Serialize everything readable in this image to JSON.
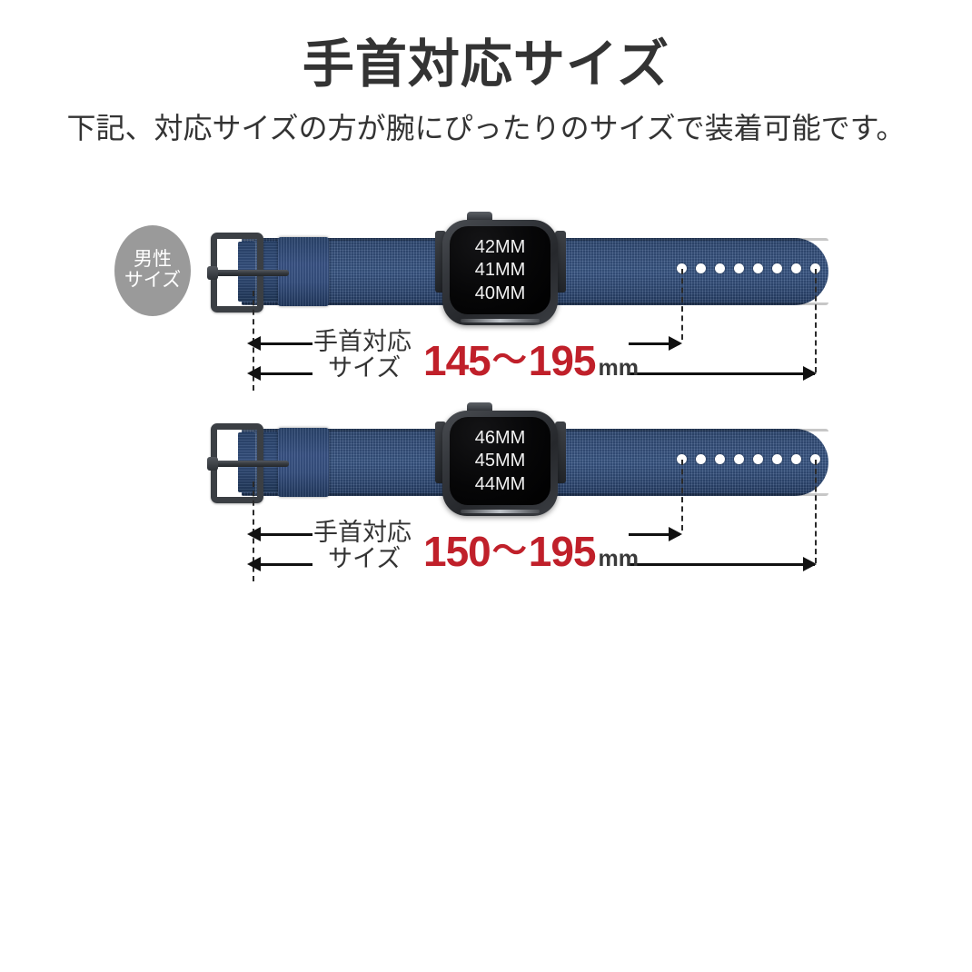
{
  "header": {
    "title": "手首対応サイズ",
    "subtitle": "下記、対応サイズの方が腕にぴったりのサイズで装着可能です。"
  },
  "badge": {
    "line1": "男性",
    "line2": "サイズ"
  },
  "colors": {
    "strap_navy": "#36527f",
    "buckle_gunmetal": "#3b3f44",
    "value_red": "#c0202a",
    "badge_gray": "#9a9a9a",
    "text_dark": "#333333"
  },
  "rows": [
    {
      "watch_sizes": [
        "42MM",
        "41MM",
        "40MM"
      ],
      "measure_label_line1": "手首対応",
      "measure_label_line2": "サイズ",
      "min_value": "145",
      "range_separator": "～",
      "max_value": "195",
      "unit": "mm",
      "holes": 8
    },
    {
      "watch_sizes": [
        "46MM",
        "45MM",
        "44MM"
      ],
      "measure_label_line1": "手首対応",
      "measure_label_line2": "サイズ",
      "min_value": "150",
      "range_separator": "～",
      "max_value": "195",
      "unit": "mm",
      "holes": 8
    }
  ]
}
